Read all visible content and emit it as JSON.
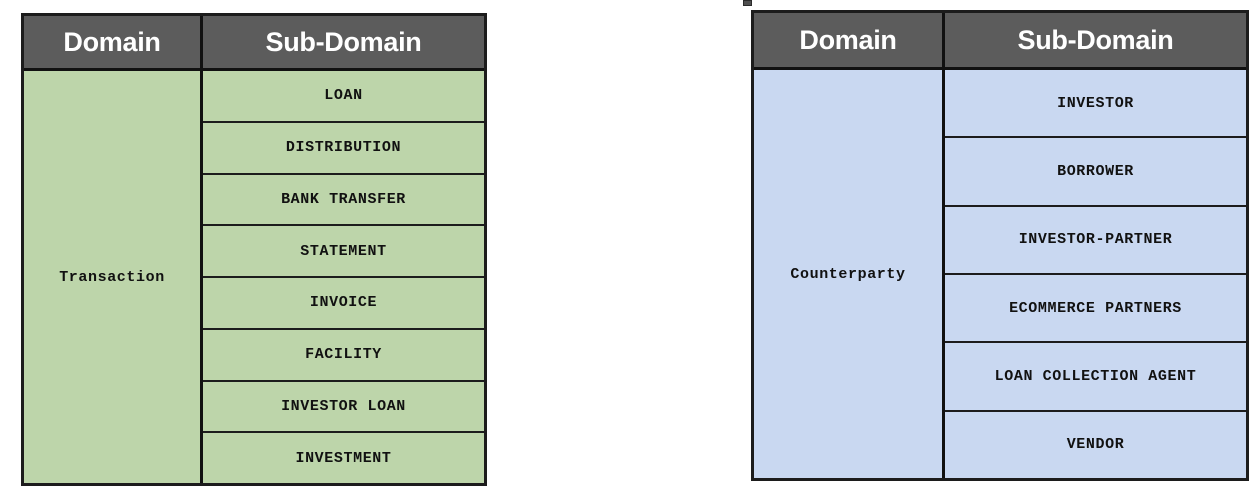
{
  "page": {
    "background_color": "#ffffff",
    "header_bg_color": "#5c5c5c",
    "header_text_color": "#ffffff",
    "border_color": "#1c1c1c"
  },
  "tables": [
    {
      "id": "transaction",
      "fill_color": "#bdd5aa",
      "columns": [
        "Domain",
        "Sub-Domain"
      ],
      "domain": "Transaction",
      "sub_domains": [
        "LOAN",
        "DISTRIBUTION",
        "BANK TRANSFER",
        "STATEMENT",
        "INVOICE",
        "FACILITY",
        "INVESTOR LOAN",
        "INVESTMENT"
      ]
    },
    {
      "id": "counterparty",
      "fill_color": "#c9d8f1",
      "columns": [
        "Domain",
        "Sub-Domain"
      ],
      "domain": "Counterparty",
      "sub_domains": [
        "INVESTOR",
        "BORROWER",
        "INVESTOR-PARTNER",
        "ECOMMERCE PARTNERS",
        "LOAN COLLECTION AGENT",
        "VENDOR"
      ]
    }
  ]
}
